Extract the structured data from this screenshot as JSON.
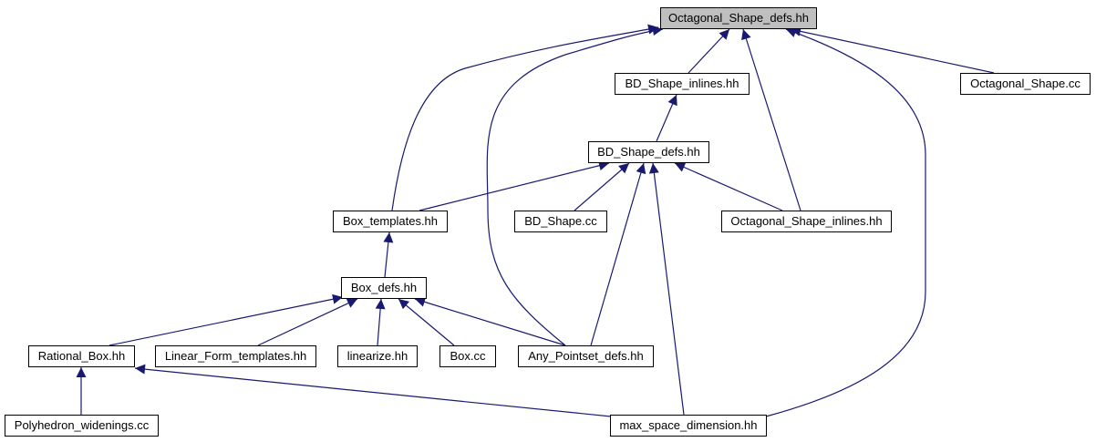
{
  "colors": {
    "edge": "#191970",
    "node_border": "#000000",
    "root_fill": "#bfbfbf",
    "node_fill": "#ffffff"
  },
  "nodes": {
    "octagonal_shape_defs": "Octagonal_Shape_defs.hh",
    "bd_shape_inlines": "BD_Shape_inlines.hh",
    "octagonal_shape_cc": "Octagonal_Shape.cc",
    "bd_shape_defs": "BD_Shape_defs.hh",
    "box_templates": "Box_templates.hh",
    "bd_shape_cc": "BD_Shape.cc",
    "octagonal_shape_inlines": "Octagonal_Shape_inlines.hh",
    "box_defs": "Box_defs.hh",
    "rational_box": "Rational_Box.hh",
    "linear_form_templates": "Linear_Form_templates.hh",
    "linearize": "linearize.hh",
    "box_cc": "Box.cc",
    "any_pointset_defs": "Any_Pointset_defs.hh",
    "polyhedron_widenings": "Polyhedron_widenings.cc",
    "max_space_dimension": "max_space_dimension.hh"
  },
  "edges": [
    [
      "bd_shape_inlines",
      "octagonal_shape_defs"
    ],
    [
      "octagonal_shape_cc",
      "octagonal_shape_defs"
    ],
    [
      "box_templates",
      "octagonal_shape_defs"
    ],
    [
      "any_pointset_defs",
      "octagonal_shape_defs"
    ],
    [
      "max_space_dimension",
      "octagonal_shape_defs"
    ],
    [
      "octagonal_shape_inlines",
      "octagonal_shape_defs"
    ],
    [
      "bd_shape_defs",
      "bd_shape_inlines"
    ],
    [
      "box_templates",
      "bd_shape_defs"
    ],
    [
      "bd_shape_cc",
      "bd_shape_defs"
    ],
    [
      "octagonal_shape_inlines",
      "bd_shape_defs"
    ],
    [
      "any_pointset_defs",
      "bd_shape_defs"
    ],
    [
      "max_space_dimension",
      "bd_shape_defs"
    ],
    [
      "box_defs",
      "box_templates"
    ],
    [
      "rational_box",
      "box_defs"
    ],
    [
      "linear_form_templates",
      "box_defs"
    ],
    [
      "linearize",
      "box_defs"
    ],
    [
      "box_cc",
      "box_defs"
    ],
    [
      "any_pointset_defs",
      "box_defs"
    ],
    [
      "polyhedron_widenings",
      "rational_box"
    ],
    [
      "max_space_dimension",
      "rational_box"
    ]
  ]
}
